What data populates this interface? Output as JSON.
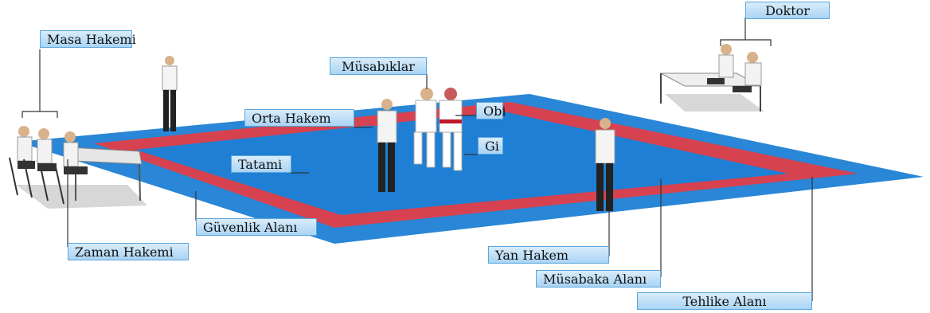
{
  "labels": {
    "masa_hakemi": "Masa Hakemi",
    "doktor": "Doktor",
    "musabiklar": "Müsabıklar",
    "orta_hakem": "Orta Hakem",
    "obi": "Obi",
    "gi": "Gi",
    "tatami": "Tatami",
    "guvenlik_alani": "Güvenlik Alanı",
    "zaman_hakemi": "Zaman Hakemi",
    "yan_hakem": "Yan Hakem",
    "musabaka_alani": "Müsabaka Alanı",
    "tehlike_alani": "Tehlike Alanı"
  },
  "colors": {
    "safety_area": "#2a86d6",
    "danger_area": "#d6424f",
    "contest_area": "#1e7fd4",
    "label_bg": "#a9d4f4"
  }
}
